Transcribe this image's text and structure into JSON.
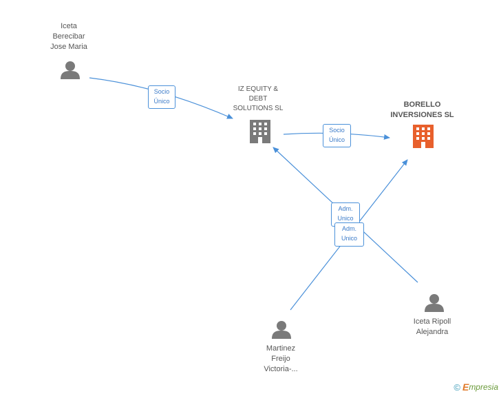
{
  "nodes": {
    "iceta_berecibar": {
      "label": "Iceta\nBerecibar\nJose Maria",
      "kind": "person"
    },
    "iz_equity": {
      "label": "IZ EQUITY &\nDEBT\nSOLUTIONS SL",
      "kind": "company"
    },
    "borello": {
      "label": "BORELLO\nINVERSIONES SL",
      "kind": "company-focus"
    },
    "martinez": {
      "label": "Martinez\nFreijo\nVictoria-...",
      "kind": "person"
    },
    "iceta_ripoll": {
      "label": "Iceta Ripoll\nAlejandra",
      "kind": "person"
    }
  },
  "edges": {
    "e1": {
      "label": "Socio\nÚnico"
    },
    "e2": {
      "label": "Socio\nÚnico"
    },
    "e3": {
      "label": "Adm.\nUnico"
    },
    "e4": {
      "label": "Adm.\nUnico"
    }
  },
  "brand": {
    "copyright": "©",
    "name": "mpresia",
    "initial": "E"
  },
  "colors": {
    "edge": "#4a90d9",
    "person": "#7a7a7a",
    "company": "#7a7a7a",
    "focus": "#e8602c"
  }
}
